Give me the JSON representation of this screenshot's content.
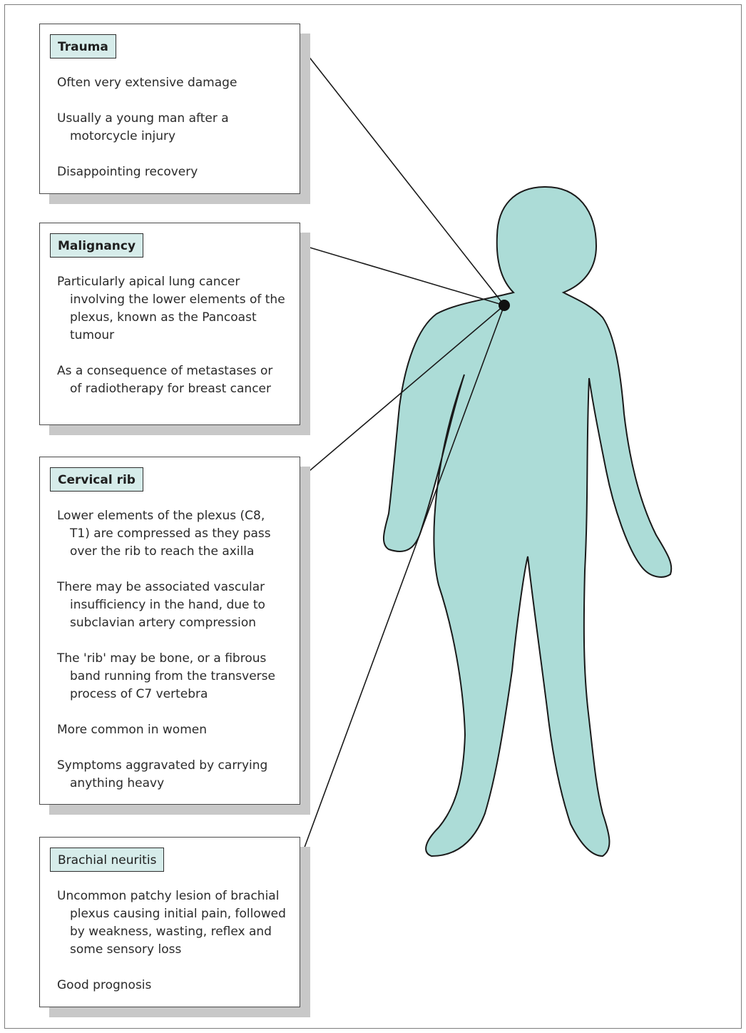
{
  "colors": {
    "figure_fill": "#acdcd7",
    "outline": "#1a1a1a",
    "title_fill": "#d6ecea",
    "shadow": "#c8c8c8"
  },
  "cards": [
    {
      "title": "Trauma",
      "bold": true,
      "items": [
        "Often very extensive damage",
        "Usually a young man after a motorcycle injury",
        "Disappointing recovery"
      ]
    },
    {
      "title": "Malignancy",
      "bold": true,
      "items": [
        "Particularly apical lung cancer involving the lower elements of the plexus, known as the Pancoast tumour",
        "As a consequence of metastases or of radiotherapy for breast cancer"
      ]
    },
    {
      "title": "Cervical rib",
      "bold": true,
      "items": [
        "Lower elements of the plexus (C8, T1) are compressed as they pass over the rib to reach the axilla",
        "There may be associated vascular insufficiency in the hand, due to subclavian artery compression",
        "The 'rib' may be bone, or a fibrous band running from the transverse process of C7 vertebra",
        "More common in women",
        "Symptoms aggravated by carrying anything heavy"
      ]
    },
    {
      "title": "Brachial neuritis",
      "bold": false,
      "items": [
        "Uncommon patchy lesion of brachial plexus causing initial pain, followed by weakness, wasting, reflex and some sensory loss",
        "Good prognosis"
      ]
    }
  ]
}
